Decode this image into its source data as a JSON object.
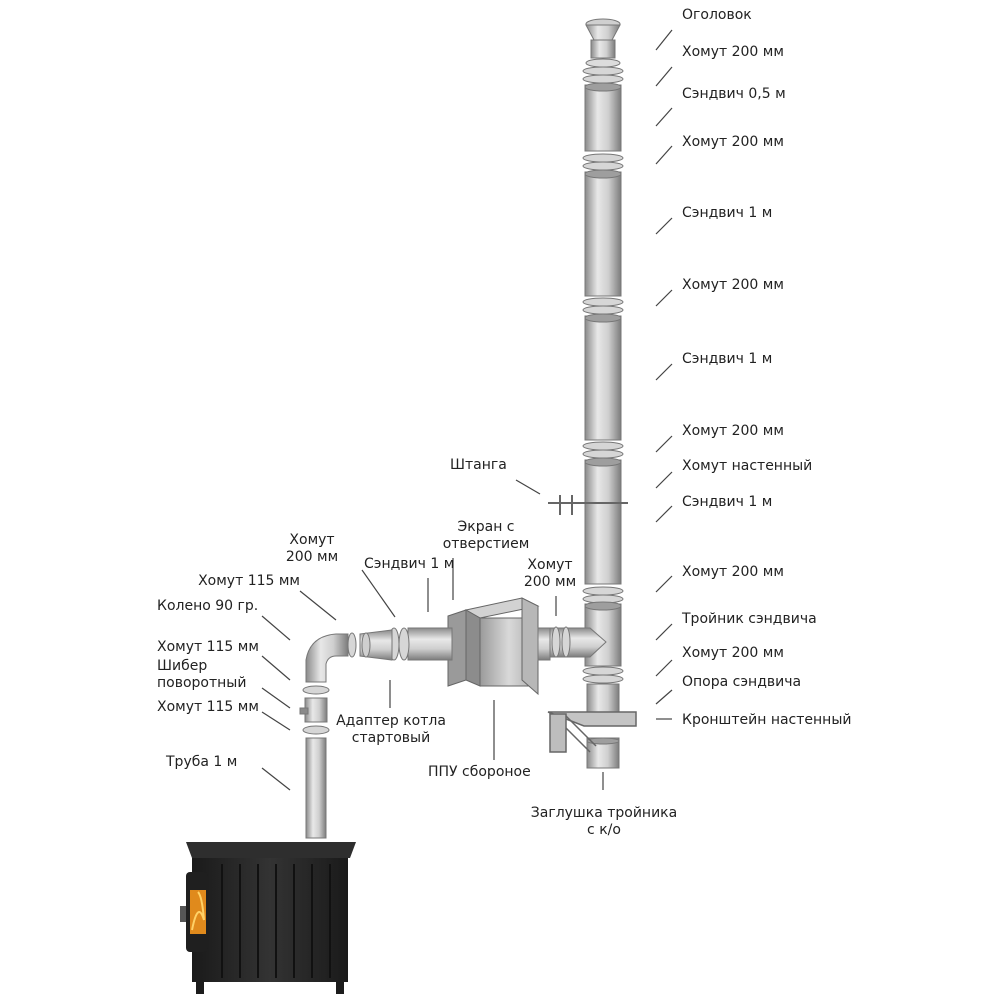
{
  "labels": {
    "ogolovok": "Оголовок",
    "khomut_200_r1": "Хомут 200 мм",
    "sendvich_05": "Сэндвич 0,5 м",
    "khomut_200_r2": "Хомут 200 мм",
    "sendvich_1_r1": "Сэндвич 1 м",
    "khomut_200_r3": "Хомут 200 мм",
    "sendvich_1_r2": "Сэндвич 1 м",
    "khomut_200_r4": "Хомут 200 мм",
    "khomut_nastenny": "Хомут настенный",
    "sendvich_1_r3": "Сэндвич 1 м",
    "khomut_200_r5": "Хомут 200 мм",
    "troynik": "Тройник сэндвича",
    "khomut_200_r6": "Хомут 200 мм",
    "opora": "Опора сэндвича",
    "kronshtein": "Кронштейн настенный",
    "zaglushka_l1": "Заглушка тройника",
    "zaglushka_l2": "с к/о",
    "shtanga": "Штанга",
    "ekran_l1": "Экран с",
    "ekran_l2": "отверстием",
    "khomut_200_mid_l1": "Хомут",
    "khomut_200_mid_l2": "200 мм",
    "sendvich_1_mid": "Сэндвич 1 м",
    "khomut_200_left_l1": "Хомут",
    "khomut_200_left_l2": "200 мм",
    "khomut_115_top": "Хомут 115 мм",
    "koleno": "Колено 90 гр.",
    "khomut_115_mid": "Хомут 115 мм",
    "shiber_l1": "Шибер",
    "shiber_l2": "поворотный",
    "khomut_115_low": "Хомут 115 мм",
    "truba": "Труба 1 м",
    "adapter_l1": "Адаптер котла",
    "adapter_l2": "стартовый",
    "ppu": "ППУ сбороное"
  },
  "colors": {
    "pipe_light": "#e6e6e6",
    "pipe_mid": "#b4b4b4",
    "pipe_dark": "#7a7a7a",
    "stove_body": "#262626",
    "fire": "#e08a1c",
    "leader": "#444444",
    "text": "#222222"
  }
}
